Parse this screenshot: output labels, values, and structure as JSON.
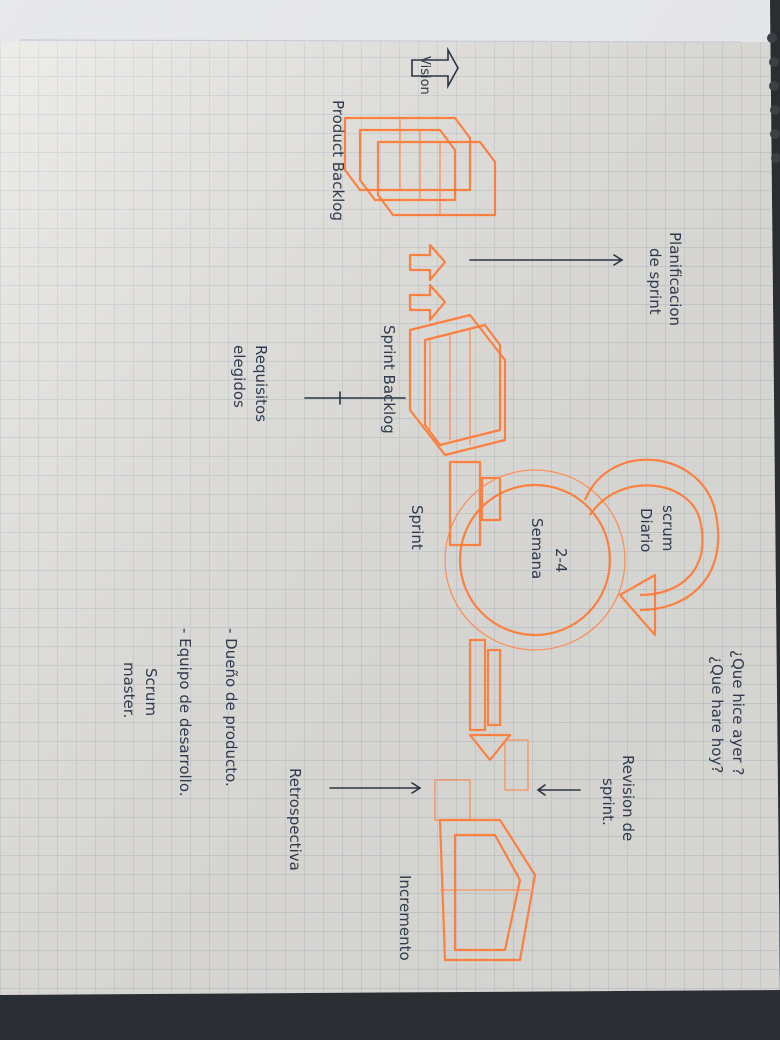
{
  "notes": {
    "vision": "Vision",
    "product_backlog": "Product Backlog",
    "sprint_planning_line1": "Planificacion",
    "sprint_planning_line2": "de sprint",
    "chosen_requirements_line1": "Requisitos",
    "chosen_requirements_line2": "elegidos",
    "sprint_backlog": "Sprint Backlog",
    "sprint": "Sprint",
    "daily_scrum_line1": "scrum",
    "daily_scrum_line2": "Diario",
    "sprint_length_line1": "2-4",
    "sprint_length_line2": "Semana",
    "questions_line1": "¿Que hice ayer ?",
    "questions_line2": "¿Que hare hoy?",
    "sprint_review_line1": "Revision de",
    "sprint_review_line2": "sprint.",
    "retrospective": "Retrospectiva",
    "increment": "Incremento",
    "role_owner": "- Dueño de producto.",
    "role_team": "- Equipo de desarrollo.",
    "role_master_line1": "Scrum",
    "role_master_line2": "master."
  },
  "colors": {
    "paper": "#e9e8e4",
    "grid": "#b9c4cf",
    "highlighter": "#ff7a33",
    "ink": "#2f3a4c"
  }
}
